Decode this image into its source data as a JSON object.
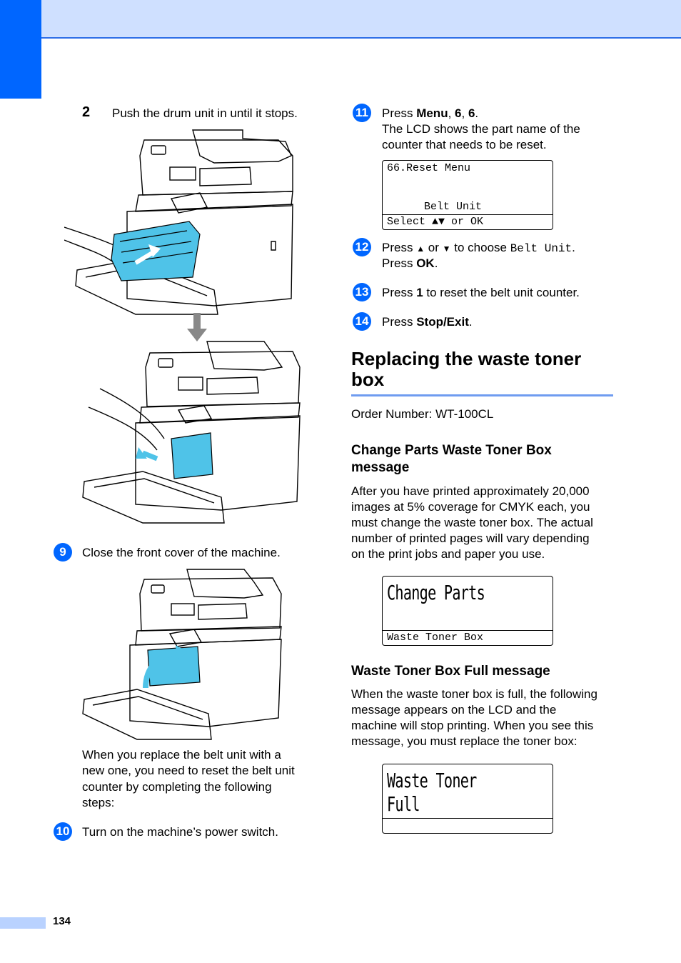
{
  "page_number": "134",
  "left": {
    "step2": {
      "number": "2",
      "text": "Push the drum unit in until it stops."
    },
    "step9": {
      "number": "9",
      "text": "Close the front cover of the machine."
    },
    "note": [
      "When you replace the belt unit with a",
      "new one, you need to reset the belt unit",
      "counter by completing the following",
      "steps:"
    ],
    "step10": {
      "number": "10",
      "text": "Turn on the machine’s power switch."
    }
  },
  "right": {
    "step11": {
      "number": "11",
      "press": "Press ",
      "menu": "Menu",
      "sep1": ", ",
      "six1": "6",
      "sep2": ", ",
      "six2": "6",
      "end": ".",
      "line2": "The LCD shows the part name of the",
      "line3": "counter that needs to be reset."
    },
    "lcd1": {
      "line1": "66.Reset Menu",
      "line2": "Belt Unit",
      "line3": "Select ▲▼ or OK"
    },
    "step12": {
      "number": "12",
      "a": "Press ",
      "up": "▲",
      "or": " or ",
      "down": "▼",
      "b": " to choose ",
      "mono": "Belt Unit",
      "c": ".",
      "line2a": "Press ",
      "ok": "OK",
      "line2b": "."
    },
    "step13": {
      "number": "13",
      "a": "Press ",
      "one": "1",
      "b": " to reset the belt unit counter."
    },
    "step14": {
      "number": "14",
      "a": "Press ",
      "stop": "Stop/Exit",
      "b": "."
    },
    "heading": [
      "Replacing the waste toner",
      "box"
    ],
    "order": "Order Number: WT-100CL",
    "sub1": [
      "Change Parts Waste Toner Box",
      "message"
    ],
    "para1": [
      "After you have printed approximately 20,000",
      "images at 5% coverage for CMYK each, you",
      "must change the waste toner box. The actual",
      "number of printed pages will vary depending",
      "on the print jobs and paper you use."
    ],
    "lcd2": {
      "big": "Change Parts",
      "small": "Waste Toner Box"
    },
    "sub2": "Waste Toner Box Full message",
    "para2": [
      "When the waste toner box is full, the following",
      "message appears on the LCD and the",
      "machine will stop printing. When you see this",
      "message, you must replace the toner box:"
    ],
    "lcd3": {
      "big": "Waste Toner Full",
      "small": ""
    }
  },
  "colors": {
    "accent": "#0066ff",
    "header": "#cfe0ff",
    "toner": "#4fc3e8"
  }
}
